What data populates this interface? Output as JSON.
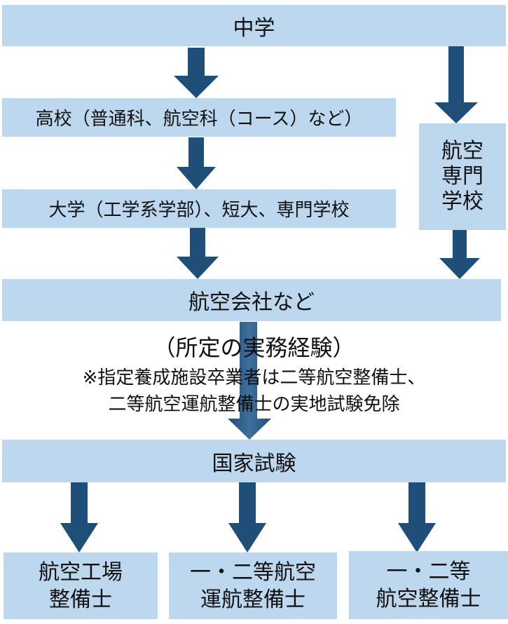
{
  "colors": {
    "box_fill": "#bdd7ee",
    "arrow_fill": "#1f4e79",
    "text": "#111111"
  },
  "nodes": {
    "junior_high": "中学",
    "high_school": "高校（普通科、航空科（コース）など）",
    "university": "大学（工学系学部）、短大、専門学校",
    "aviation_school": [
      "航空",
      "専門",
      "学校"
    ],
    "airline": "航空会社など",
    "national_exam": "国家試験"
  },
  "experience_note": {
    "title": "（所定の実務経験）",
    "line1": "※指定養成施設卒業者は二等航空整備士、",
    "line2": "二等航空運航整備士の実地試験免除"
  },
  "outcomes": [
    {
      "line1": "航空工場",
      "line2": "整備士"
    },
    {
      "line1": "一・二等航空",
      "line2": "運航整備士"
    },
    {
      "line1": "一・二等",
      "line2": "航空整備士"
    }
  ]
}
